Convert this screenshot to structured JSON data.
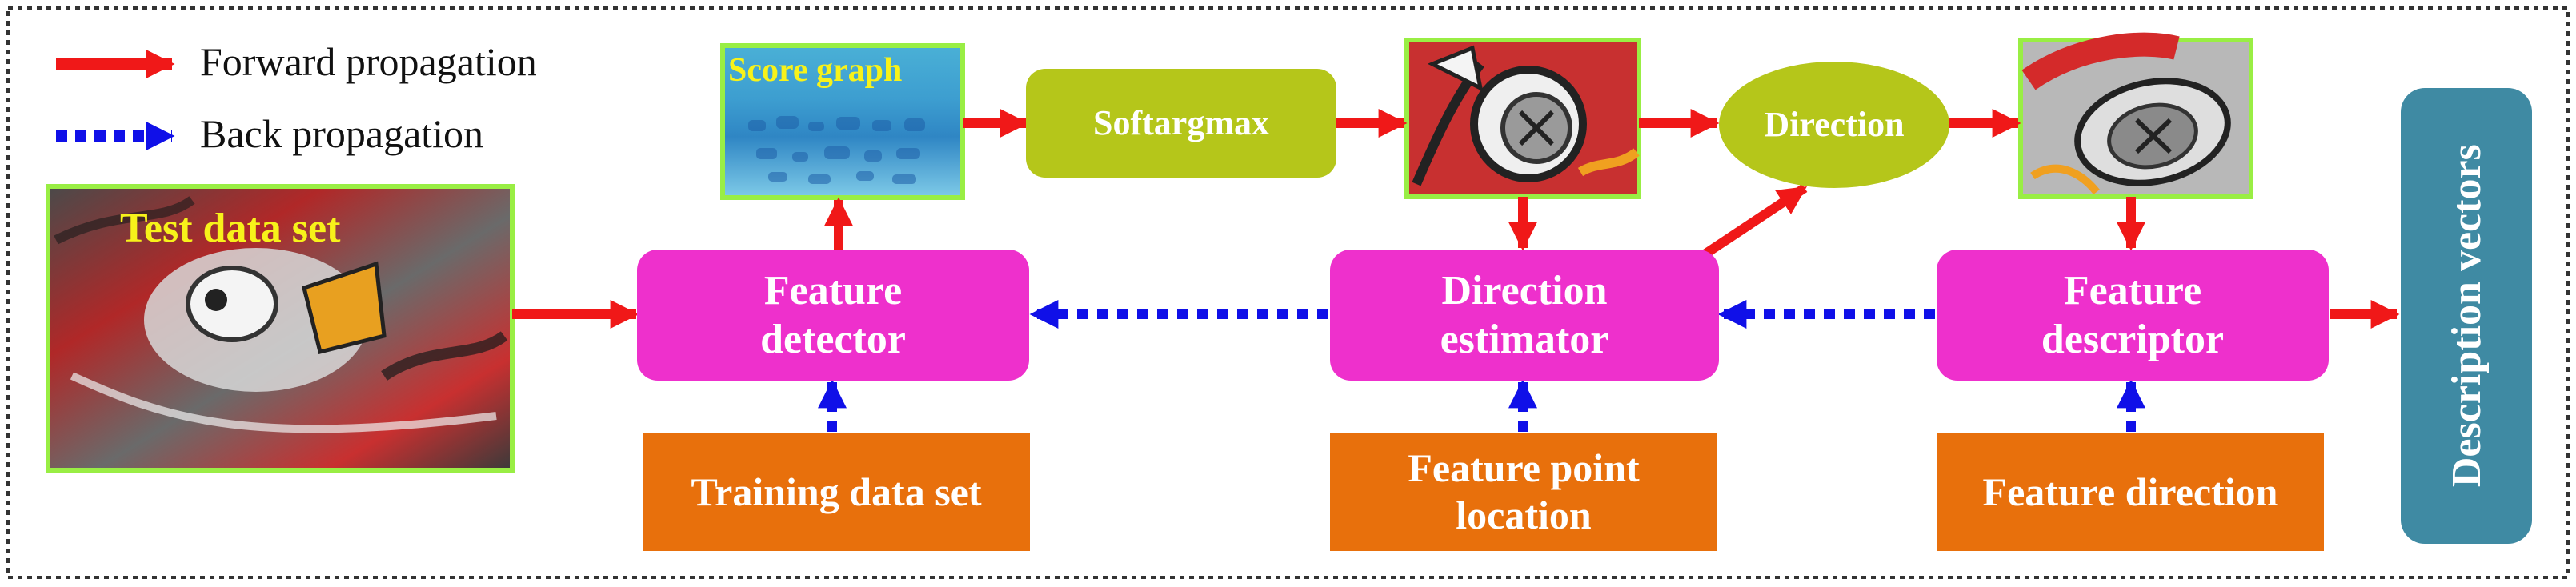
{
  "legend": {
    "forward": "Forward propagation",
    "back": "Back propagation"
  },
  "images": {
    "test_data_set": "Test data set",
    "score_graph": "Score graph"
  },
  "nodes": {
    "softargmax": "Softargmax",
    "direction": "Direction",
    "feature_detector": [
      "Feature",
      "detector"
    ],
    "direction_estimator": [
      "Direction",
      "estimator"
    ],
    "feature_descriptor": [
      "Feature",
      "descriptor"
    ],
    "training_data_set": "Training data set",
    "feature_point_location": [
      "Feature point",
      "location"
    ],
    "feature_direction": "Feature direction",
    "description_vectors": "Description vectors"
  },
  "colors": {
    "forward_arrow": "#f01818",
    "back_arrow": "#1010e8",
    "pink": "#ee30cc",
    "orange": "#e8700c",
    "olive": "#b5c61a",
    "teal": "#3f8aa3",
    "label_yellow": "#f7f21a"
  },
  "icons": {
    "forward_arrow": "red-solid-arrow",
    "back_arrow": "blue-dotted-arrow"
  }
}
